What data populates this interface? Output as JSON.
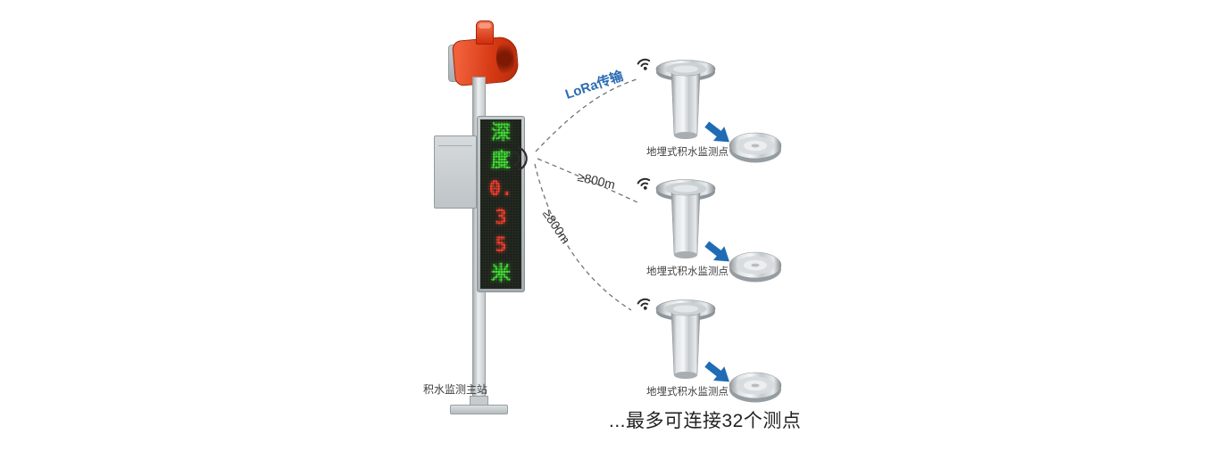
{
  "station": {
    "label": "积水监测主站",
    "display_rows": [
      {
        "char": "深",
        "color": "green"
      },
      {
        "char": "度",
        "color": "green"
      },
      {
        "char": "0.",
        "color": "red"
      },
      {
        "char": "3",
        "color": "red"
      },
      {
        "char": "5",
        "color": "red"
      },
      {
        "char": "米",
        "color": "green"
      }
    ]
  },
  "links": [
    {
      "label": "LoRa传输"
    },
    {
      "label": "≥800m"
    },
    {
      "label": "≥800m"
    }
  ],
  "points": [
    {
      "label": "地埋式积水监测点"
    },
    {
      "label": "地埋式积水监测点"
    },
    {
      "label": "地埋式积水监测点"
    }
  ],
  "footer": {
    "note": "...最多可连接32个测点"
  },
  "colors": {
    "led_green": "#44e636",
    "led_red": "#ff4130",
    "alarm_red": "#d63914",
    "link_blue": "#2b6cb3",
    "arrow_blue": "#1f6cb5",
    "dashed_line": "#5a5a5a"
  }
}
